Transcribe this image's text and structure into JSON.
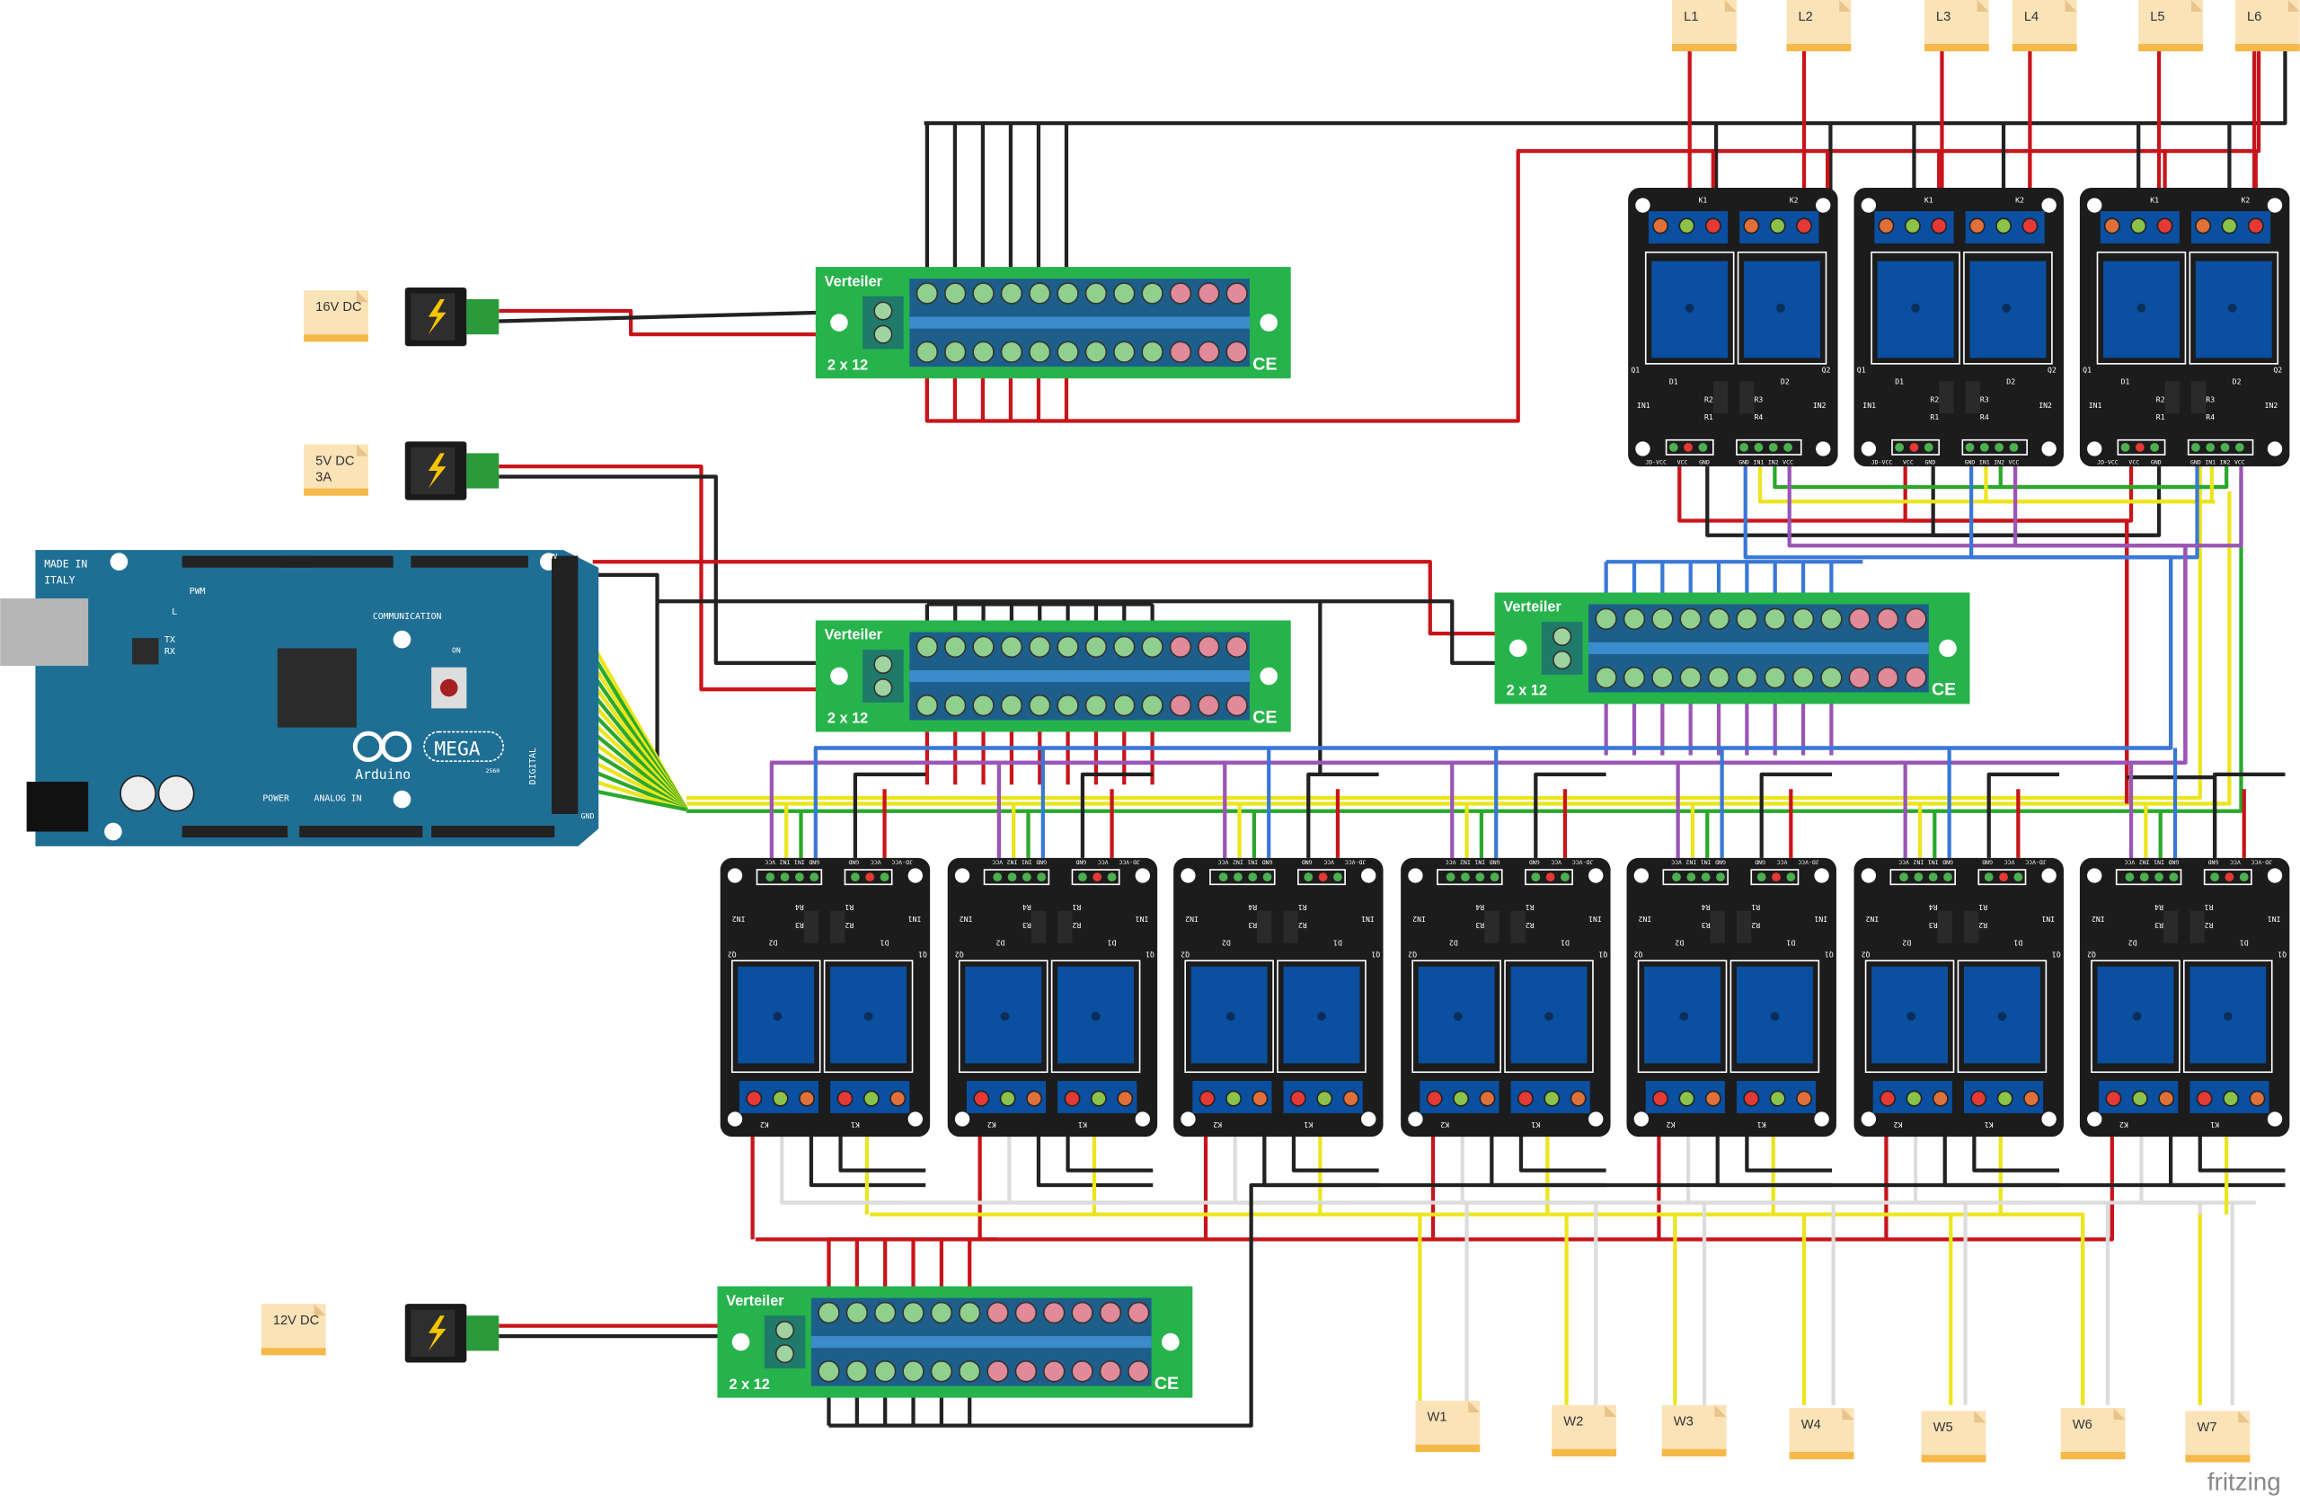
{
  "output_labels_top": [
    "L1",
    "L2",
    "L3",
    "L4",
    "L5",
    "L6"
  ],
  "output_labels_bottom": [
    "W1",
    "W2",
    "W3",
    "W4",
    "W5",
    "W6",
    "W7"
  ],
  "power_sources": [
    {
      "label": "16V DC"
    },
    {
      "label": "5V DC\n3A"
    },
    {
      "label": "12V DC"
    }
  ],
  "arduino": {
    "made_in": "MADE IN",
    "country": "ITALY",
    "brand": "Arduino",
    "model": "MEGA",
    "chip": "2560",
    "pwm": "PWM",
    "communication": "COMMUNICATION",
    "power": "POWER",
    "analog_in": "ANALOG IN",
    "digital": "DIGITAL",
    "on": "ON",
    "tx": "TX",
    "rx": "RX",
    "l": "L",
    "gnd": "GND",
    "v5": "5V"
  },
  "distributor": {
    "title": "Verteiler",
    "size": "2 x 12",
    "mark": "CE",
    "count": 4
  },
  "relay_module": {
    "k1": "K1",
    "k2": "K2",
    "q1": "Q1",
    "q2": "Q2",
    "d1": "D1",
    "d2": "D2",
    "r1": "R1",
    "r2": "R2",
    "r3": "R3",
    "r4": "R4",
    "in1": "IN1",
    "in2": "IN2",
    "pins_left": [
      "JD-VCC",
      "VCC",
      "GND"
    ],
    "pins_right": [
      "GND",
      "IN1",
      "IN2",
      "VCC"
    ],
    "top_count": 3,
    "bottom_count": 7
  },
  "watermark": "fritzing",
  "colors": {
    "wire_red": "#c8141a",
    "wire_black": "#222222",
    "wire_yellow": "#ebe51e",
    "wire_green": "#2ba82b",
    "wire_blue": "#3a78d6",
    "wire_purple": "#9a55b5",
    "wire_white": "#dcdcdc",
    "board_blue": "#1f6f95",
    "distributor_green": "#26b34b",
    "relay_black": "#1c1c1c",
    "relay_blue": "#0a4fa0",
    "label_tag": "#fbe3b8"
  }
}
